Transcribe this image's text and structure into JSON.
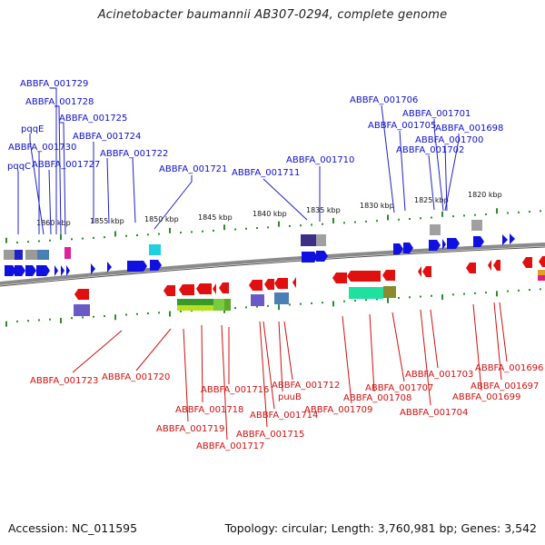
{
  "title": "Acinetobacter baumannii AB307-0294, complete genome",
  "footer": {
    "accession": "Accession: NC_011595",
    "summary": "Topology: circular; Length: 3,760,981 bp; Genes: 3,542"
  },
  "colors": {
    "forward_label": "#1010c8",
    "reverse_label": "#d01010",
    "backbone": "#8a8a8a",
    "tick": "#2e8b2e"
  },
  "scale_ticks": [
    "1860 kbp",
    "1855 kbp",
    "1850 kbp",
    "1845 kbp",
    "1840 kbp",
    "1835 kbp",
    "1830 kbp",
    "1825 kbp",
    "1820 kbp"
  ],
  "forward_genes": [
    "ABBFA_001729",
    "ABBFA_001728",
    "ABBFA_001725",
    "pqqE",
    "ABBFA_001724",
    "ABBFA_001730",
    "ABBFA_001722",
    "pqqC",
    "ABBFA_001727",
    "ABBFA_001721",
    "ABBFA_001711",
    "ABBFA_001710",
    "ABBFA_001706",
    "ABBFA_001701",
    "ABBFA_001705",
    "ABBFA_001698",
    "ABBFA_001700",
    "ABBFA_001702"
  ],
  "reverse_genes": [
    "ABBFA_001723",
    "ABBFA_001720",
    "ABBFA_001716",
    "ABBFA_001718",
    "ABBFA_001719",
    "ABBFA_001717",
    "ABBFA_001712",
    "puuB",
    "ABBFA_001714",
    "ABBFA_001715",
    "ABBFA_001709",
    "ABBFA_001708",
    "ABBFA_001707",
    "ABBFA_001703",
    "ABBFA_001704",
    "ABBFA_001696",
    "ABBFA_001697",
    "ABBFA_001699"
  ]
}
